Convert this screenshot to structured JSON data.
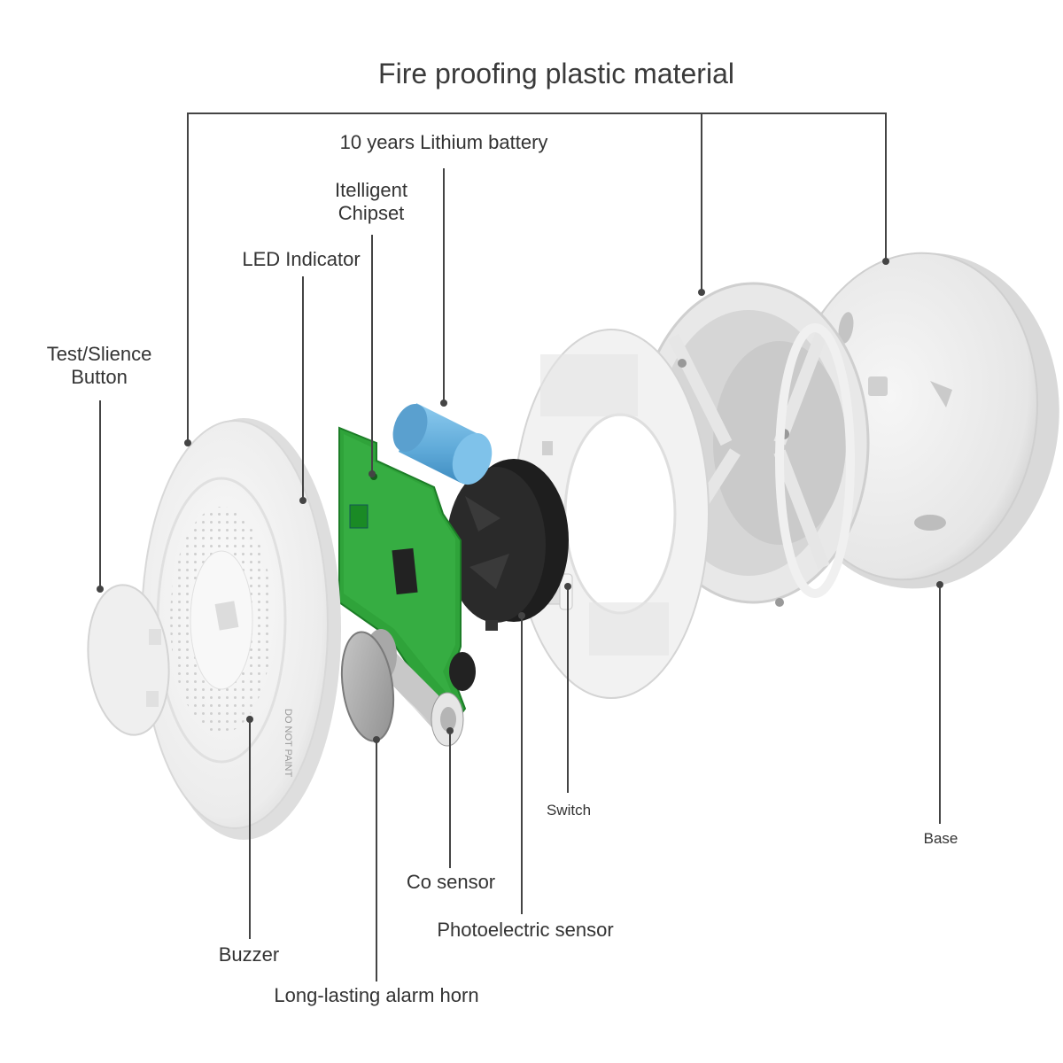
{
  "title": "Fire proofing plastic material",
  "labels": {
    "battery": "10 years Lithium battery",
    "chipset_line1": "Itelligent",
    "chipset_line2": "Chipset",
    "led": "LED Indicator",
    "test_line1": "Test/Slience",
    "test_line2": "Button",
    "switch": "Switch",
    "base": "Base",
    "co_sensor": "Co sensor",
    "photo_sensor": "Photoelectric sensor",
    "buzzer": "Buzzer",
    "horn": "Long-lasting alarm horn"
  },
  "cover_text": {
    "do_not_paint": "DO NOT PAINT"
  },
  "colors": {
    "pcb": "#2fa33a",
    "battery": "#6fb8e0",
    "sensor": "#1e1e1e",
    "plastic": "#f2f2f2",
    "leader": "#444444"
  }
}
